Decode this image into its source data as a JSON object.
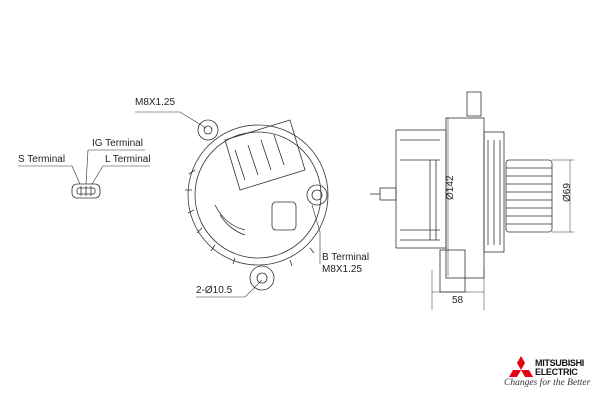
{
  "labels": {
    "mount_thread_top": "M8X1.25",
    "ig_terminal": "IG Terminal",
    "s_terminal": "S Terminal",
    "l_terminal": "L Terminal",
    "b_terminal": "B Terminal",
    "b_terminal_thread": "M8X1.25",
    "mount_holes": "2-Ø10.5"
  },
  "dimensions": {
    "body_diameter": "Ø142",
    "pulley_diameter": "Ø69",
    "length": "58"
  },
  "logo": {
    "brand_line1": "MITSUBISHI",
    "brand_line2": "ELECTRIC",
    "tagline": "Changes for the Better",
    "color": "#e60012"
  }
}
